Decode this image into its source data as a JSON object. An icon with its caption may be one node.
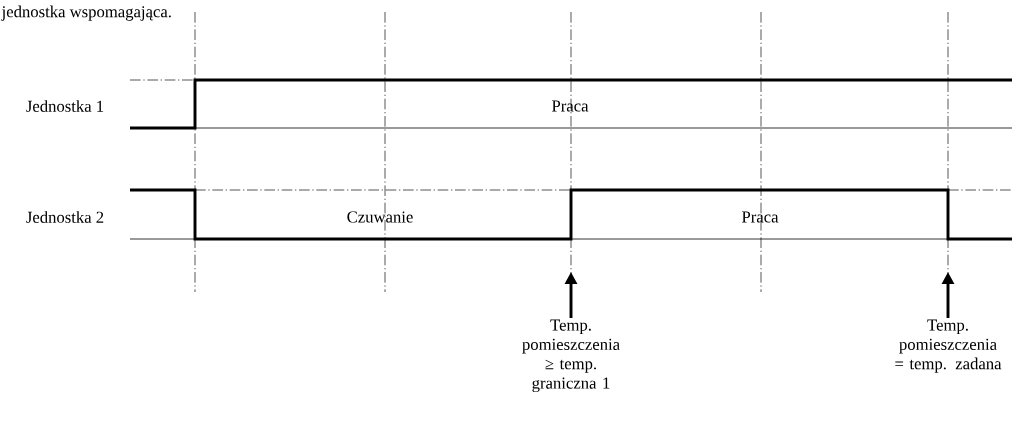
{
  "diagram": {
    "nodes": [
      {
        "text": [
          "Temp. pomieszczenia ≥ temp. graniczna 1"
        ]
      },
      {
        "text": [
          "Temp. pomieszczenia = temp. zadana"
        ]
      }
    ],
    "edges": [
      {
        "from": 0,
        "to": null,
        "arrow": "to"
      },
      {
        "from": 1,
        "to": null,
        "arrow": "to"
      }
    ],
    "labels": [
      "jednostka wspomagająca.",
      "Jednostka 1",
      "Praca",
      "Jednostka 2",
      "Czuwanie",
      "Praca"
    ]
  }
}
